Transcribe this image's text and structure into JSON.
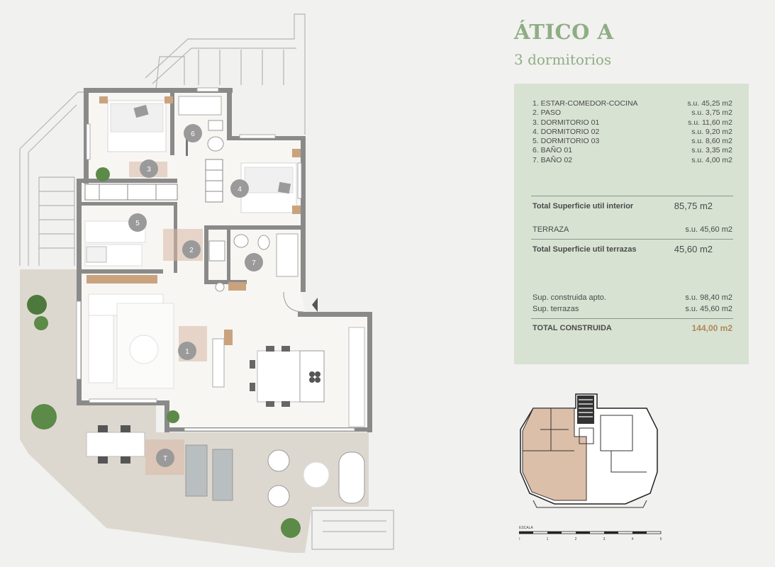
{
  "header": {
    "title": "ÁTICO A",
    "subtitle": "3 dormitorios"
  },
  "rooms": [
    {
      "name": "1. ESTAR-COMEDOR-COCINA",
      "area": "s.u. 45,25 m2"
    },
    {
      "name": "2. PASO",
      "area": "s.u. 3,75 m2"
    },
    {
      "name": "3. DORMITORIO 01",
      "area": "s.u. 11,60 m2"
    },
    {
      "name": "4. DORMITORIO 02",
      "area": "s.u. 9,20 m2"
    },
    {
      "name": "5. DORMITORIO 03",
      "area": "s.u. 8,60 m2"
    },
    {
      "name": "6. BAÑO 01",
      "area": "s.u. 3,35 m2"
    },
    {
      "name": "7. BAÑO 02",
      "area": "s.u. 4,00 m2"
    }
  ],
  "totals": {
    "interior_label": "Total Superficie util interior",
    "interior_value": "85,75 m2",
    "terrace_label": "TERRAZA",
    "terrace_value": "s.u. 45,60 m2",
    "terraces_total_label": "Total Superficie util terrazas",
    "terraces_total_value": "45,60 m2",
    "built_label": "Sup. construida apto.",
    "built_value": "s.u. 98,40 m2",
    "terraces_built_label": "Sup. terrazas",
    "terraces_built_value": "s.u. 45,60 m2",
    "grand_label": "TOTAL CONSTRUIDA",
    "grand_value": "144,00 m2"
  },
  "plan_markers": [
    "1",
    "2",
    "3",
    "4",
    "5",
    "6",
    "7",
    "T"
  ],
  "scale": {
    "label": "ESCALA",
    "ticks": [
      "0",
      "1",
      "2",
      "3",
      "4",
      "5"
    ]
  },
  "colors": {
    "accent_green": "#8fad84",
    "table_bg": "#d8e2d3",
    "terrace": "#ddd8cf",
    "wall": "#8a8a8a",
    "highlight": "#d8b8a6",
    "grand_total": "#b0875a"
  }
}
